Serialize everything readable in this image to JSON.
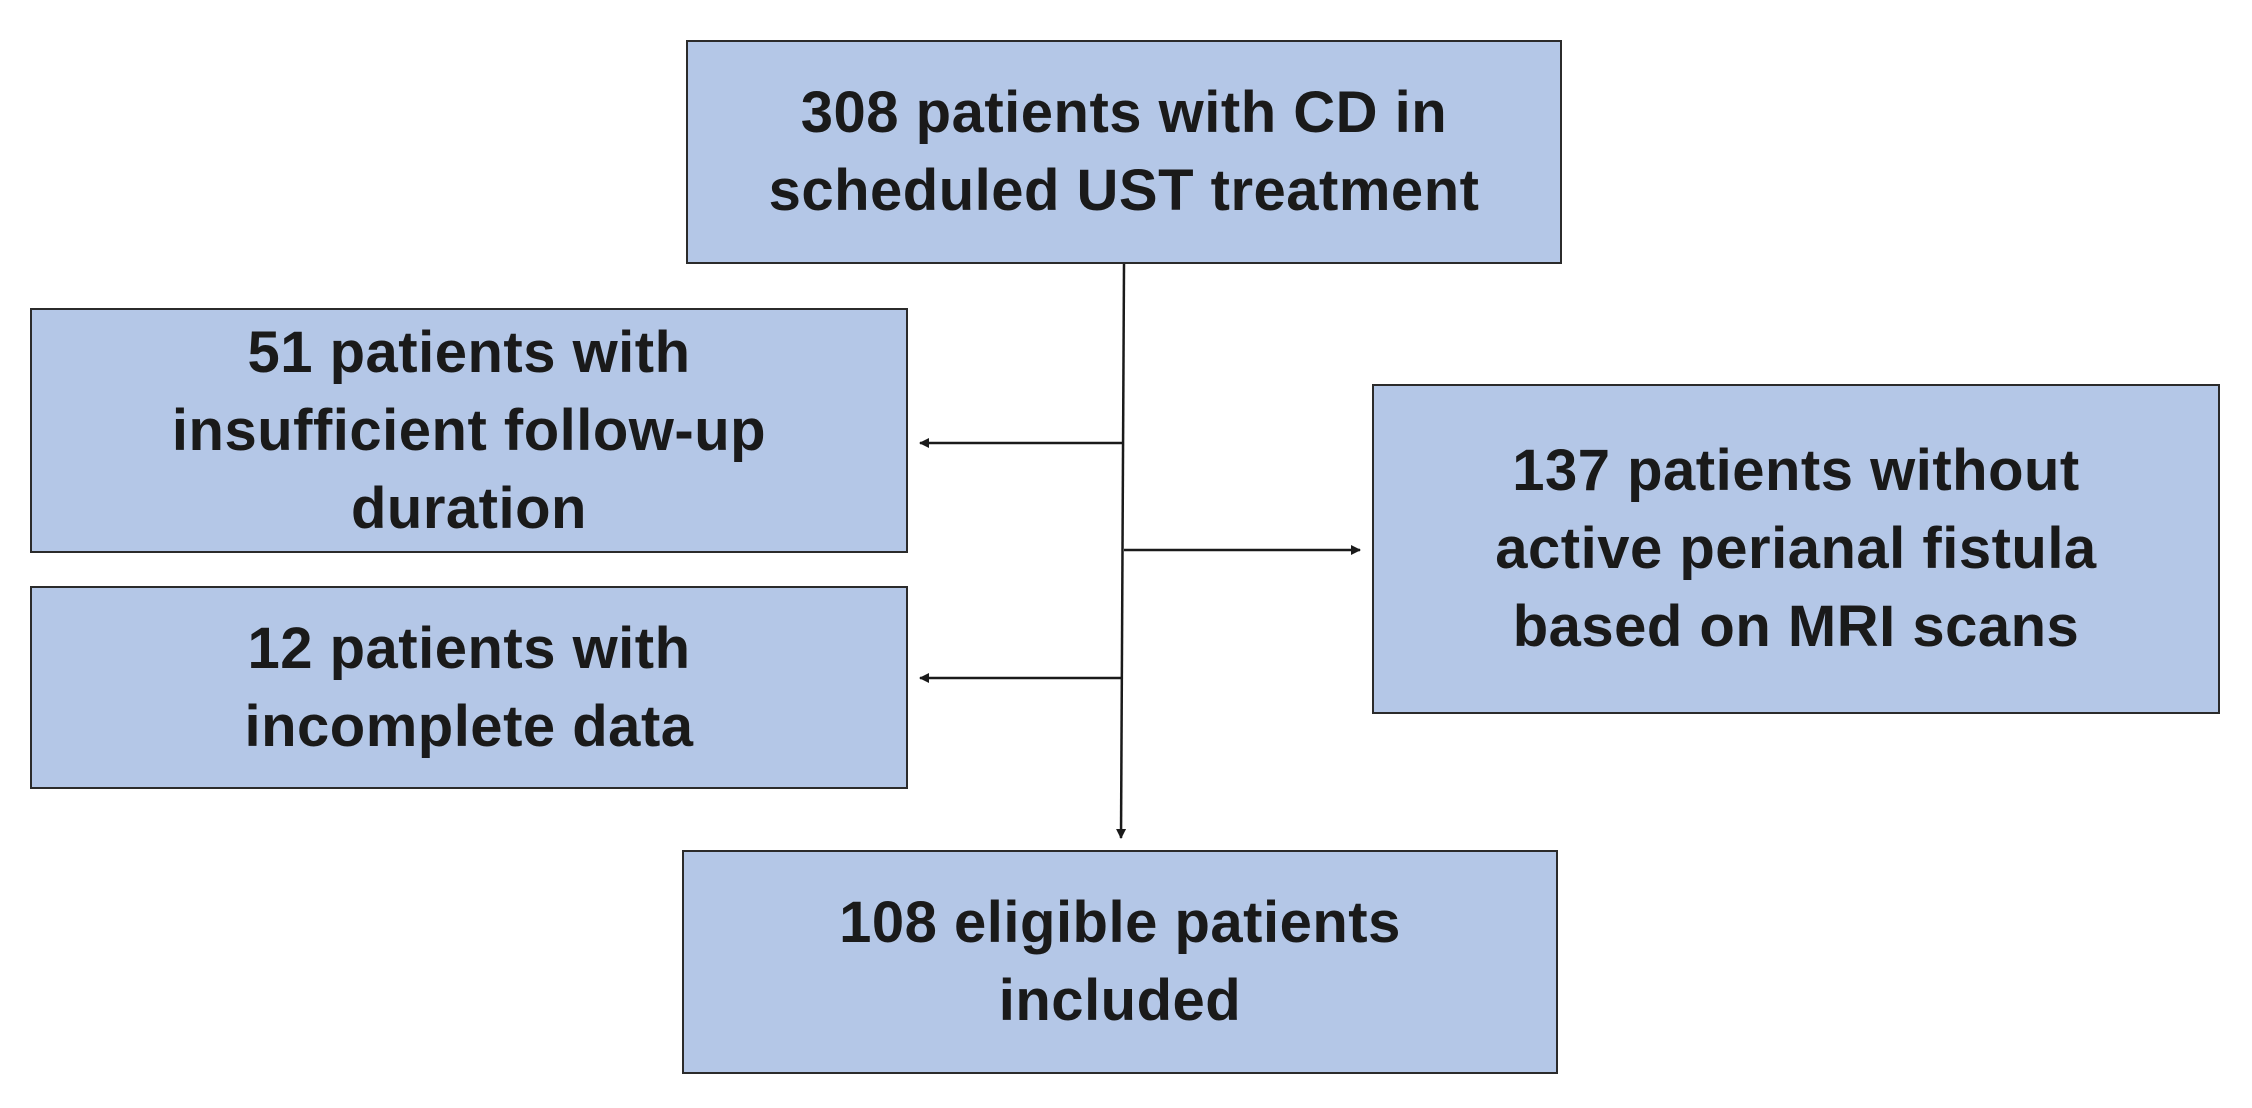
{
  "flowchart": {
    "start": {
      "lines": [
        "308 patients with CD in",
        "scheduled UST treatment"
      ]
    },
    "exclusions_left": [
      {
        "lines": [
          "51 patients with",
          "insufficient follow-up",
          "duration"
        ]
      },
      {
        "lines": [
          "12 patients with",
          "incomplete data"
        ]
      }
    ],
    "exclusion_right": {
      "lines": [
        "137 patients without",
        "active perianal fistula",
        "based on MRI scans"
      ]
    },
    "end": {
      "lines": [
        "108 eligible patients",
        "included"
      ]
    }
  },
  "colors": {
    "box_fill": "#b4c7e7",
    "box_border": "#2b2b2b",
    "connector": "#1a1a1a",
    "text": "#1a1a1a"
  }
}
